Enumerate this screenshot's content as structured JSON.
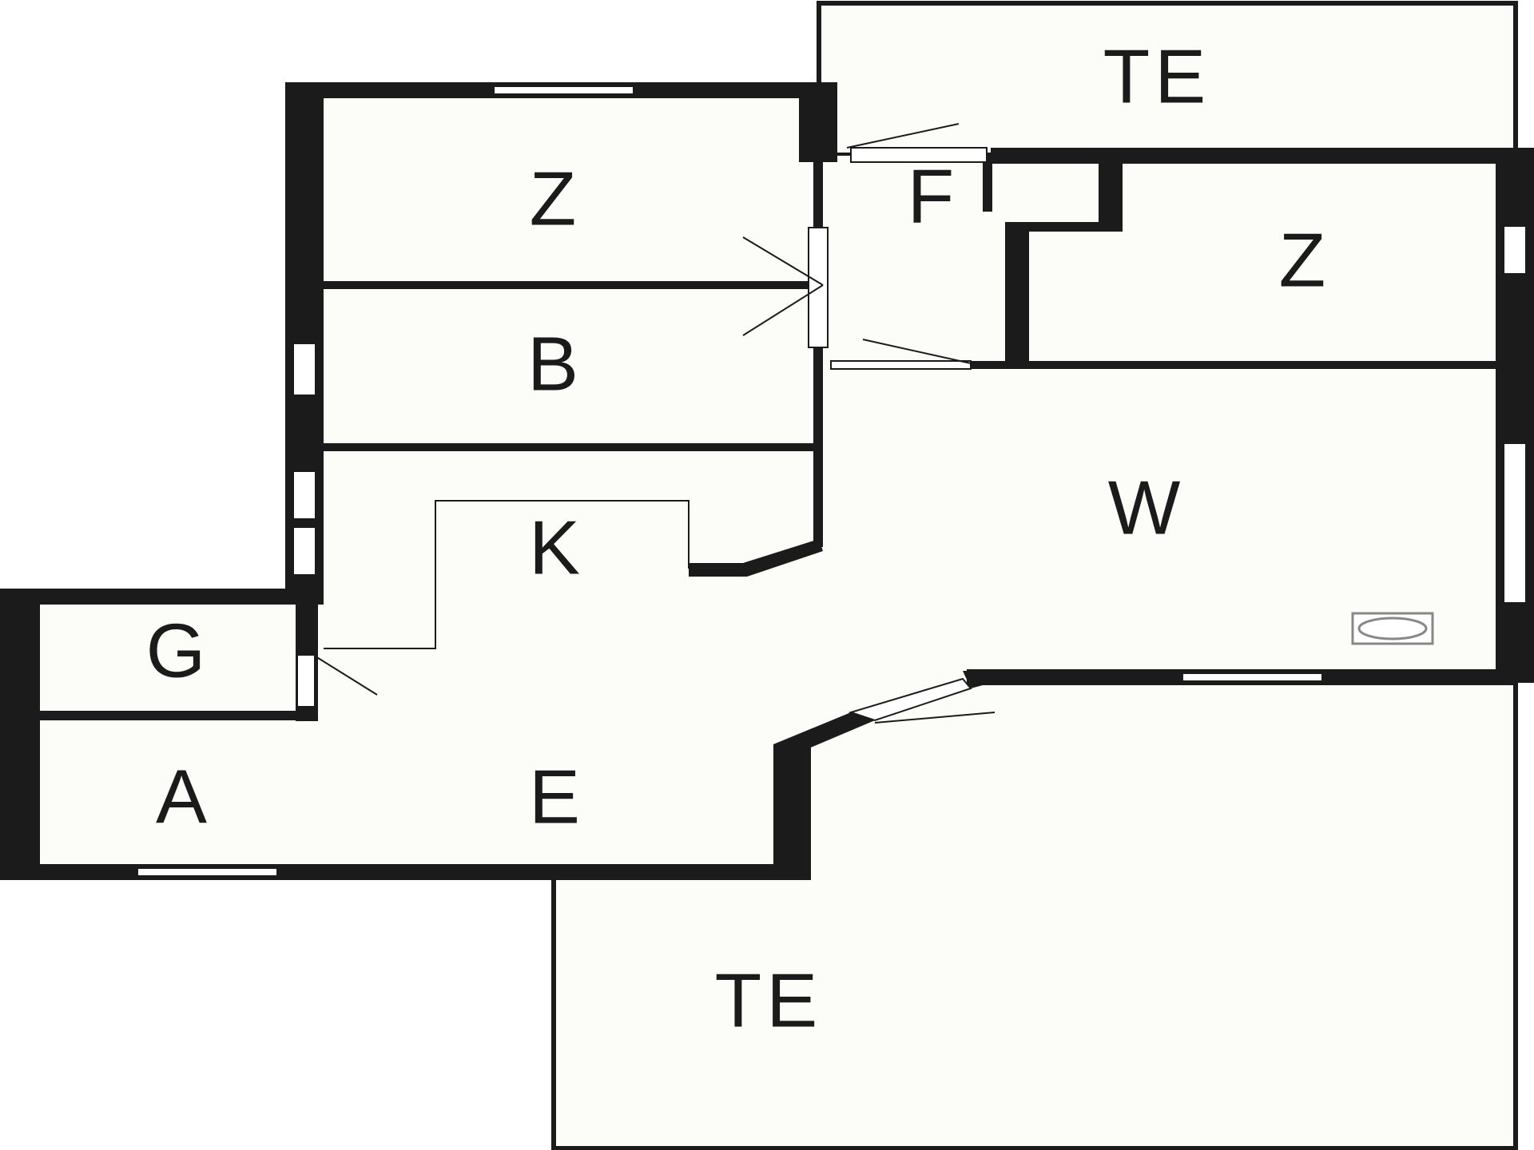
{
  "floor_plan": {
    "rooms": [
      {
        "id": "terrace-top",
        "label": "TE"
      },
      {
        "id": "bedroom-top-left",
        "label": "Z"
      },
      {
        "id": "hall-small",
        "label": "F"
      },
      {
        "id": "bedroom-right",
        "label": "Z"
      },
      {
        "id": "bathroom",
        "label": "B"
      },
      {
        "id": "living-room",
        "label": "W"
      },
      {
        "id": "kitchen",
        "label": "K"
      },
      {
        "id": "storage",
        "label": "G"
      },
      {
        "id": "utility",
        "label": "A"
      },
      {
        "id": "entrance",
        "label": "E"
      },
      {
        "id": "terrace-bottom",
        "label": "TE"
      }
    ],
    "colors": {
      "wall": "#1b1b1b",
      "floor": "#fcfcf8",
      "window": "#ffffff",
      "line": "#1b1b1b"
    },
    "fixtures": [
      {
        "id": "stove",
        "icon": "stove-icon"
      }
    ]
  }
}
